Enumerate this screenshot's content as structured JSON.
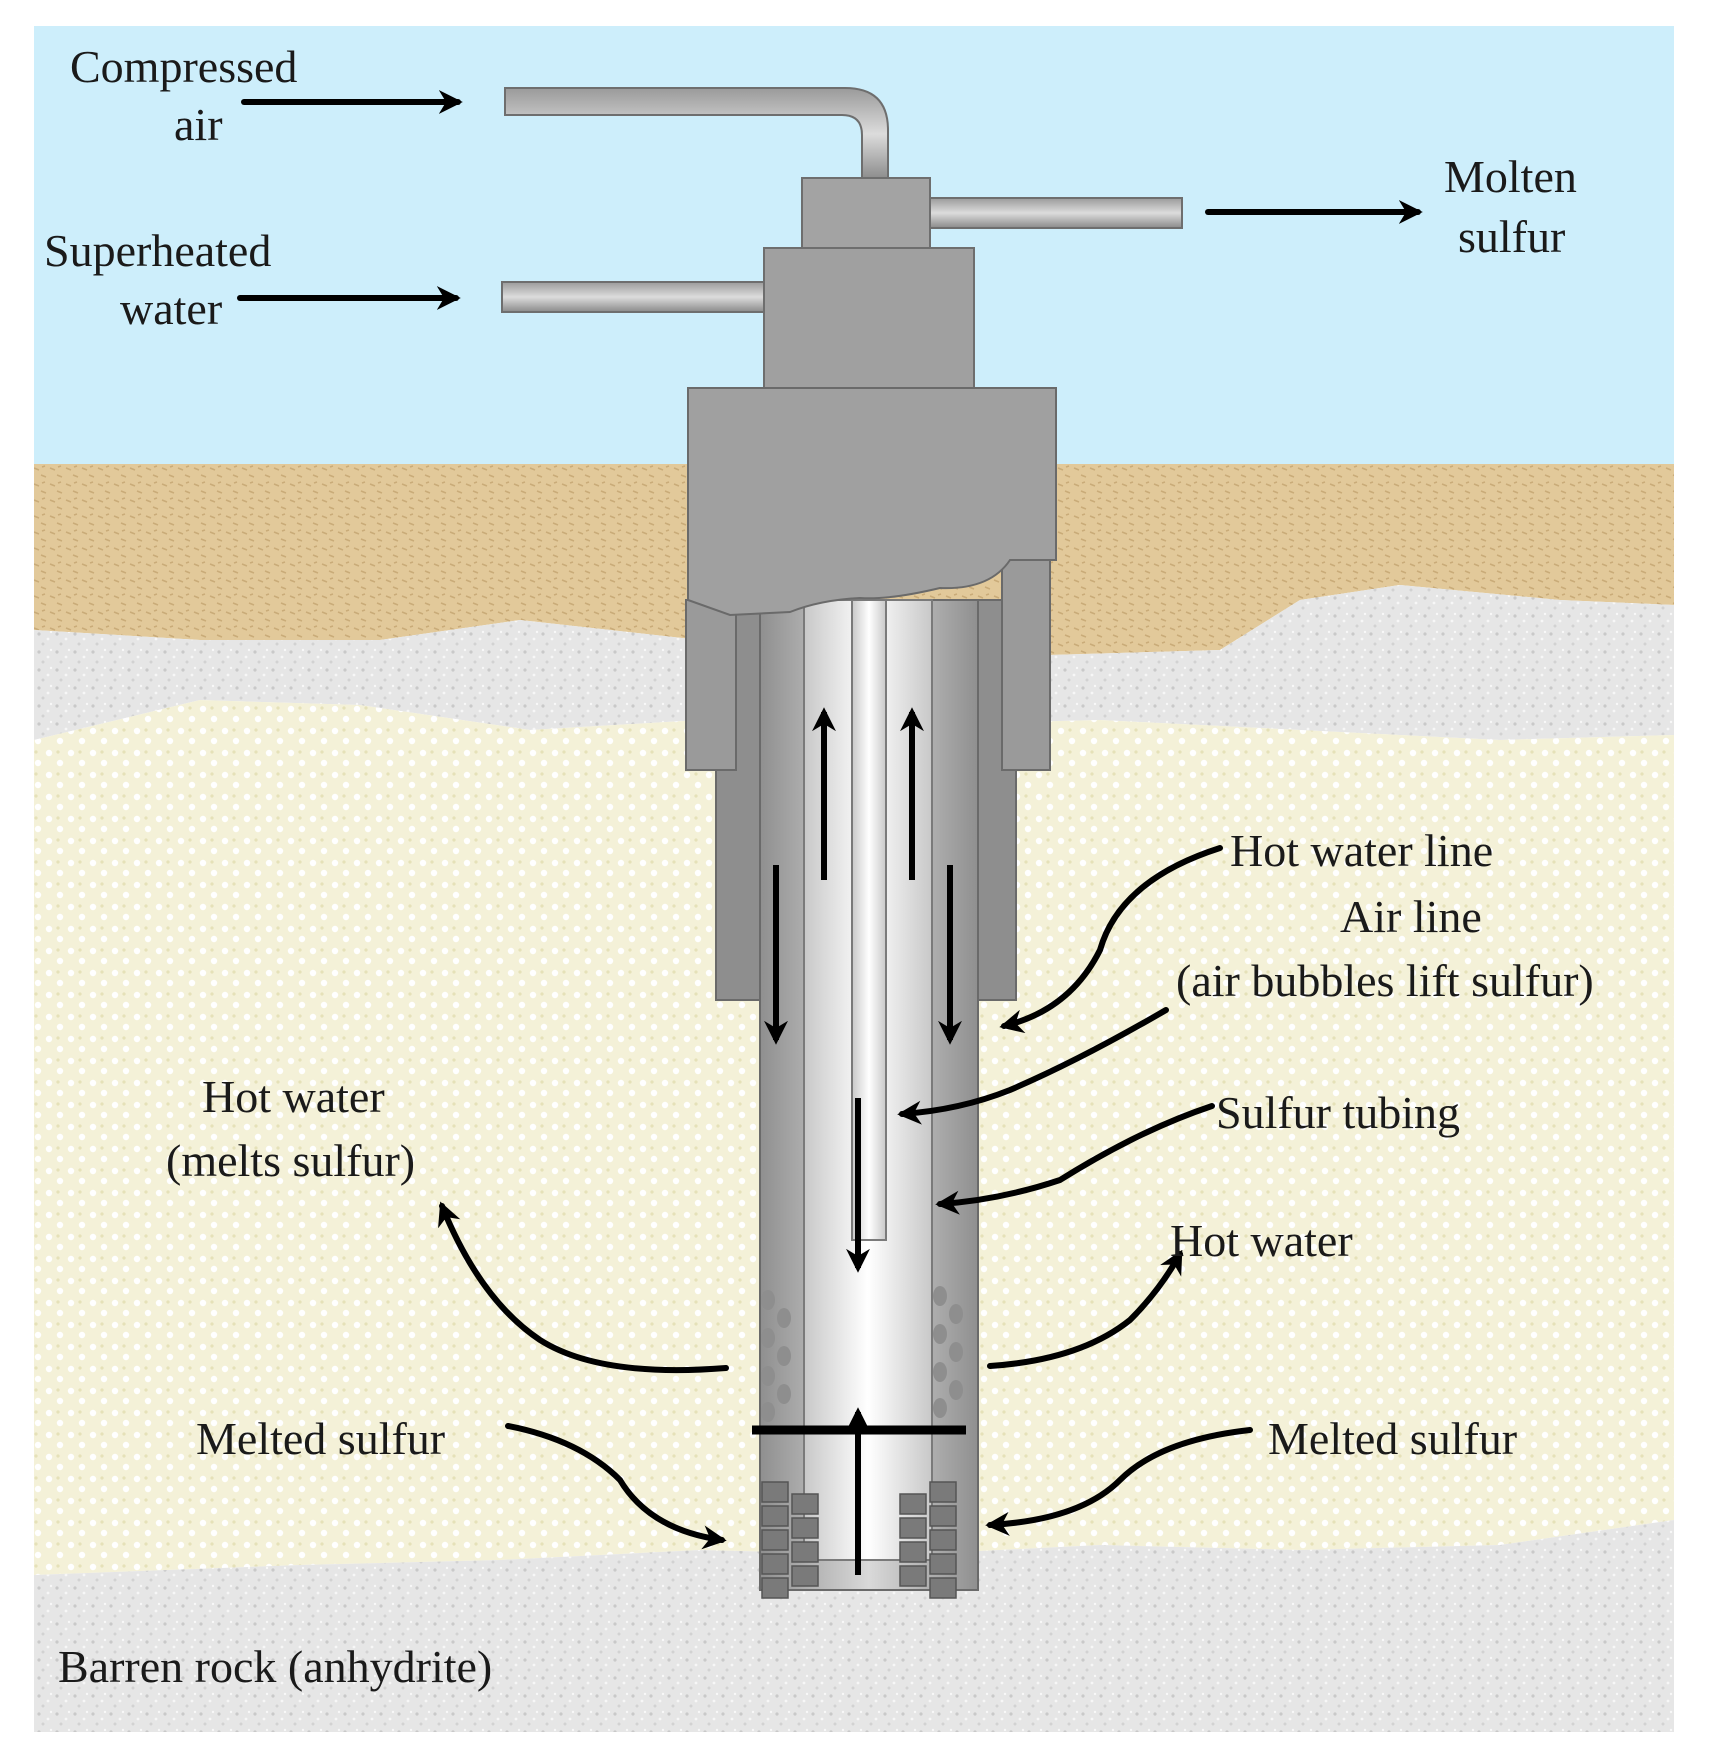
{
  "labels": {
    "compressed_air_1": "Compressed",
    "compressed_air_2": "air",
    "superheated_1": "Superheated",
    "superheated_2": "water",
    "molten_1": "Molten",
    "molten_2": "sulfur",
    "hot_water_line": "Hot water line",
    "air_line_1": "Air line",
    "air_line_2": "(air bubbles lift sulfur)",
    "hot_water_left_1": "Hot water",
    "hot_water_left_2": "(melts sulfur)",
    "sulfur_tubing": "Sulfur tubing",
    "hot_water_right": "Hot water",
    "melted_left": "Melted sulfur",
    "melted_right": "Melted sulfur",
    "barren_rock": "Barren rock (anhydrite)"
  },
  "colors": {
    "sky": "#cdeefb",
    "topsoil": "#e2c99a",
    "limestone": "#e4e4e4",
    "sulfur_layer": "#f4f1d8",
    "anhydrite": "#e6e6e6",
    "pipe_dark": "#8a8a8a",
    "pipe_mid": "#b5b5b5",
    "pipe_light": "#eeeeee"
  }
}
